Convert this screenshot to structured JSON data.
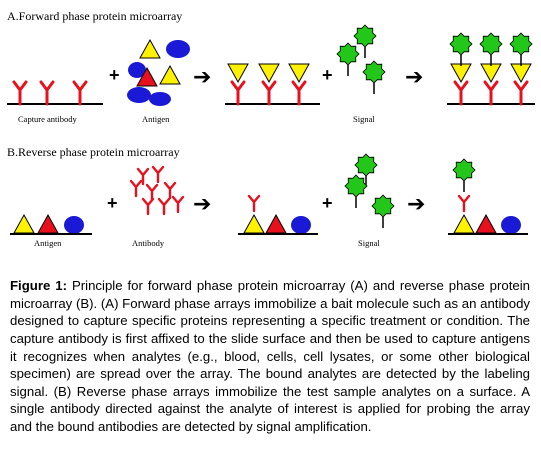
{
  "panels": {
    "forward": {
      "title": "A.Forward phase protein microarray",
      "labels": {
        "capture_antibody": "Capture antibody",
        "antigen": "Antigen",
        "signal": "Signal"
      }
    },
    "reverse": {
      "title": "B.Reverse phase protein microarray",
      "labels": {
        "antigen": "Antigen",
        "antibody": "Antibody",
        "signal": "Signal"
      }
    }
  },
  "symbols": {
    "plus": "+",
    "arrow": "➔"
  },
  "caption": {
    "label": "Figure 1:",
    "text": " Principle for forward phase protein microarray (A) and reverse phase protein microarray (B). (A) Forward phase arrays immobilize a bait molecule such as an antibody designed to capture specific proteins representing a specific treatment or condition. The capture antibody is first affixed to the slide surface and then be used to capture antigens it recognizes when analytes (e.g., blood, cells, cell lysates, or some other biological specimen) are spread over the array. The bound analytes are detected by the labeling signal. (B) Reverse phase arrays immobilize the test sample analytes on a surface. A single antibody directed against the analyte of interest is applied for probing the array and the bound antibodies are detected by signal amplification."
  },
  "colors": {
    "antibody": "#e8101c",
    "antigen_yellow": "#fff200",
    "antigen_red": "#e8101c",
    "antigen_blue": "#1a1ad6",
    "signal": "#22c71a",
    "surface": "#000000"
  },
  "icons": [
    "antibody-icon",
    "antigen-triangle-icon",
    "antigen-circle-icon",
    "signal-star-icon",
    "arrow-icon",
    "plus-icon"
  ]
}
